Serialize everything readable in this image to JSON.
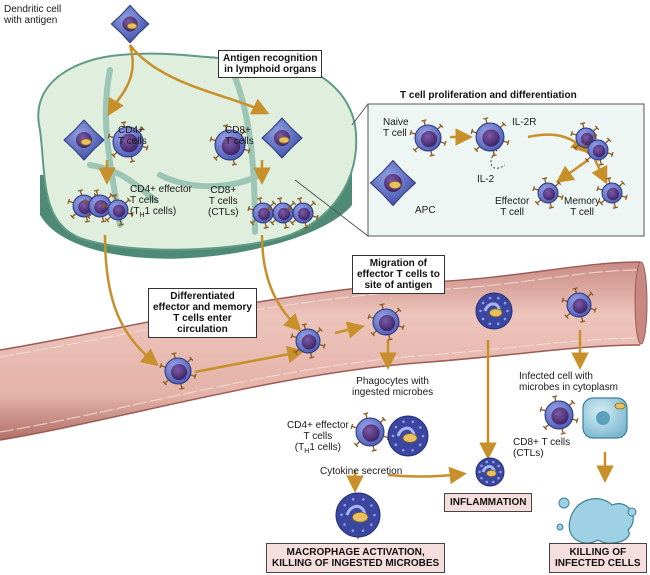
{
  "labels": {
    "dendritic": "Dendritic cell\nwith antigen",
    "cd4_tcells": "CD4+\nT cells",
    "cd8_tcells": "CD8+\nT cells",
    "cd4_effector_a": "CD4+ effector\nT cells",
    "cd4_effector_b": "(T",
    "cd4_effector_sub": "H",
    "cd4_effector_c": "1 cells)",
    "cd8_effector": "CD8+\nT cells\n(CTLs)",
    "naive": "Naive\nT cell",
    "apc": "APC",
    "il2r": "IL-2R",
    "il2": "IL-2",
    "effector_tcell": "Effector\nT cell",
    "memory_tcell": "Memory\nT cell",
    "phagocytes": "Phagocytes with\ningested microbes",
    "cd4_eff2_a": "CD4+ effector\nT cells",
    "cd4_eff2_b": "(T",
    "cd4_eff2_sub": "H",
    "cd4_eff2_c": "1 cells)",
    "cytokine": "Cytokine secretion",
    "infected_cell": "Infected cell with\nmicrobes in cytoplasm",
    "cd8_ctls": "CD8+ T cells\n(CTLs)"
  },
  "boxes": {
    "antigen_recognition": "Antigen recognition\nin lymphoid organs",
    "proliferation": "T cell proliferation and differentiation",
    "differentiated": "Differentiated\neffector and memory\nT cells enter\ncirculation",
    "migration": "Migration of\neffector T cells to\nsite of antigen"
  },
  "outcomes": {
    "inflammation": "INFLAMMATION",
    "macrophage": "MACROPHAGE ACTIVATION,\nKILLING OF INGESTED MICROBES",
    "killing": "KILLING OF\nINFECTED CELLS"
  },
  "colors": {
    "node": "#dfeedd",
    "node_edge": "#5f9b86",
    "vessel": "#d9a8a0",
    "vessel_dark": "#b57a72",
    "tcell": "#6a78c8",
    "nucleus": "#4a2f78",
    "arrow": "#c8902a",
    "outcome_fill": "#f6dede"
  }
}
